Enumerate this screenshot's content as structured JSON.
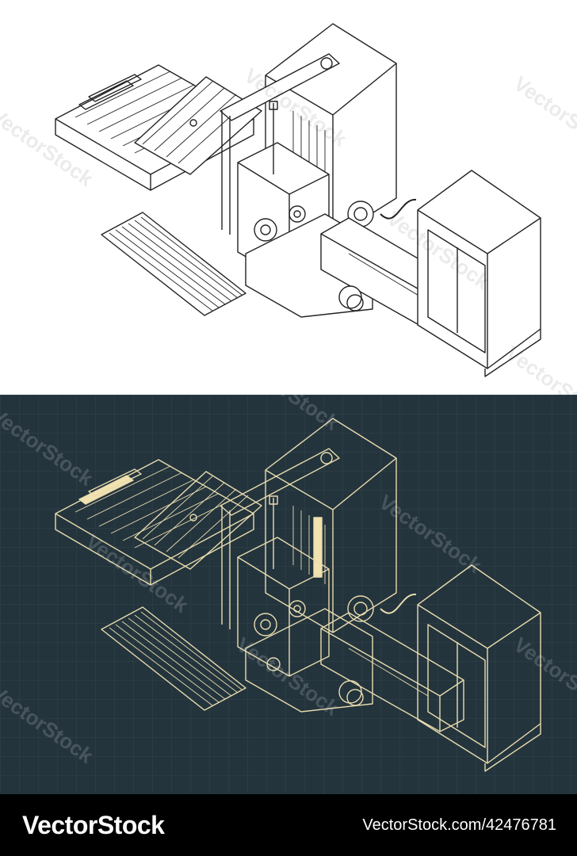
{
  "watermark": "VectorStock",
  "footer": {
    "brand": "VectorStock",
    "credit": "VectorStock.com/42476781"
  },
  "colors": {
    "light_bg": "#ffffff",
    "light_line": "#222222",
    "dark_bg": "#24343d",
    "dark_line": "#e8dcae",
    "dark_highlight": "#f1e2b0",
    "footer_bg": "#000000",
    "footer_text": "#ffffff"
  },
  "panels": [
    {
      "name": "light-blueprint",
      "theme": "line drawing on white"
    },
    {
      "name": "dark-blueprint",
      "theme": "cream lines on dark grid"
    }
  ]
}
